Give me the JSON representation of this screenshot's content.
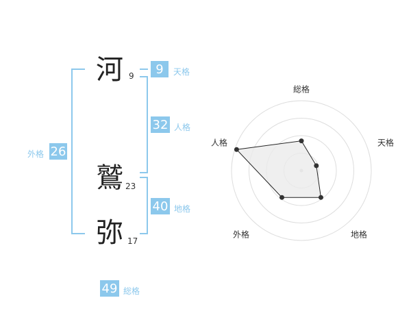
{
  "name": {
    "chars": [
      {
        "char": "河",
        "strokes": "9"
      },
      {
        "char": "鷲",
        "strokes": "23"
      },
      {
        "char": "弥",
        "strokes": "17"
      }
    ]
  },
  "kakusu": {
    "tenkaku": {
      "value": "9",
      "label": "天格"
    },
    "jinkaku": {
      "value": "32",
      "label": "人格"
    },
    "chikaku": {
      "value": "40",
      "label": "地格"
    },
    "gaikaku": {
      "value": "26",
      "label": "外格"
    },
    "soukaku": {
      "value": "49",
      "label": "総格"
    }
  },
  "colors": {
    "accent": "#8cc8ec",
    "radar_fill": "#ebebeb",
    "ring": "#dddddd"
  },
  "chart_data": {
    "type": "radar",
    "axes": [
      "総格",
      "天格",
      "地格",
      "外格",
      "人格"
    ],
    "max": 4,
    "values": [
      1.7,
      0.9,
      1.9,
      1.9,
      3.9
    ]
  }
}
